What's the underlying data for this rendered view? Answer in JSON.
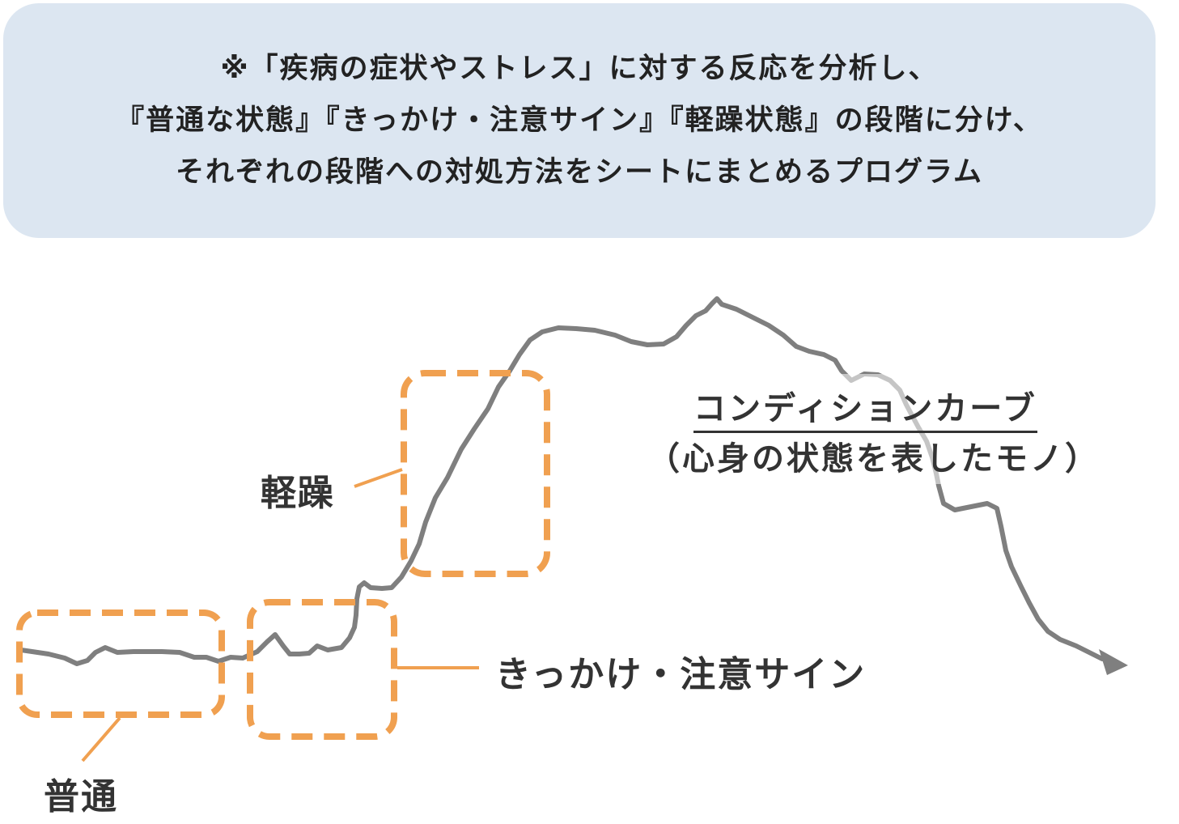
{
  "banner": {
    "line1": "※「疾病の症状やストレス」に対する反応を分析し、",
    "line2": "『普通な状態』『きっかけ・注意サイン』『軽躁状態』の段階に分け、",
    "line3": "それぞれの段階への対処方法をシートにまとめるプログラム"
  },
  "stages": {
    "normal": "普通",
    "trigger": "きっかけ・注意サイン",
    "hypomania": "軽躁"
  },
  "curve": {
    "title": "コンディションカーブ",
    "subtitle": "（心身の状態を表したモノ）"
  },
  "colors": {
    "banner_bg": "#dce6f1",
    "accent_orange": "#f0a050",
    "curve_gray": "#7f7f7f",
    "text": "#333333"
  }
}
